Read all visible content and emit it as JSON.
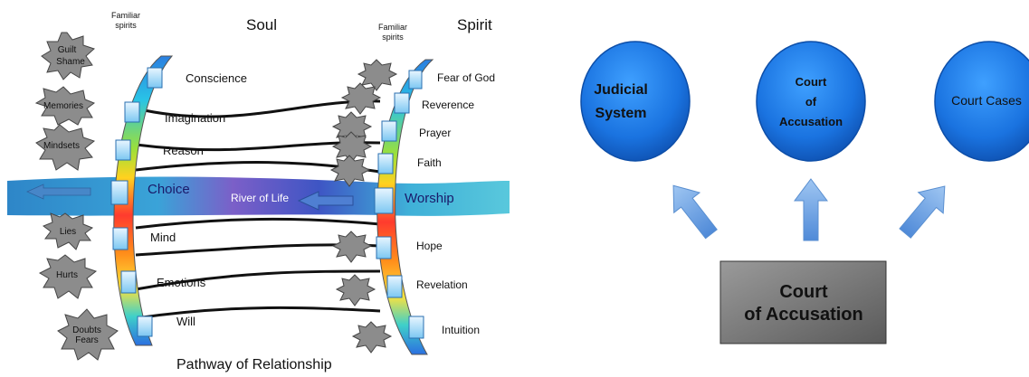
{
  "soul_diagram": {
    "soul_title": "Soul",
    "spirit_title": "Spirit",
    "familiar_spirits_left": [
      "Familiar",
      "spirits"
    ],
    "familiar_spirits_right": [
      "Familiar",
      "spirits"
    ],
    "soul_items": [
      "Conscience",
      "Imagination",
      "Reason",
      "Choice",
      "Mind",
      "Emotions",
      "Will"
    ],
    "spirit_items": [
      "Fear of God",
      "Reverence",
      "Prayer",
      "Faith",
      "Worship",
      "Hope",
      "Revelation",
      "Intuition"
    ],
    "left_bursts": [
      [
        "Guilt",
        "Shame"
      ],
      [
        "Memories"
      ],
      [
        "Mindsets"
      ],
      [
        "Lies"
      ],
      [
        "Hurts"
      ],
      [
        "Doubts",
        "Fears"
      ]
    ],
    "river_label": "River of Life",
    "pathway_label": "Pathway of Relationship"
  },
  "court_diagram": {
    "circles": [
      [
        "Judicial",
        "System"
      ],
      [
        "Court",
        "of",
        "Accusation"
      ],
      [
        "Court Cases"
      ]
    ],
    "box_label": [
      "Court",
      "of Accusation"
    ]
  },
  "colors": {
    "river": "#3fa9d6",
    "circle_blue": "#1a73e0",
    "arrow_blue": "#6ea6e6",
    "box_gray": "#6f6f6f",
    "burst_gray": "#8c8c8c"
  }
}
